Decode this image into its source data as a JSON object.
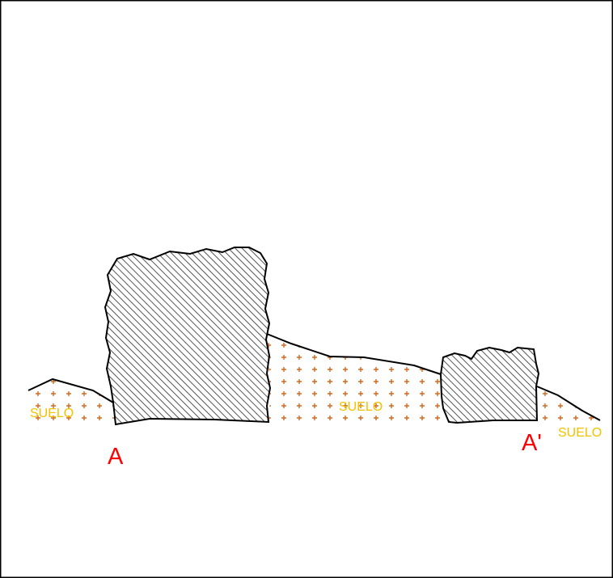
{
  "colors": {
    "frame": "#000000",
    "outline": "#000000",
    "rock_hatch": "#555555",
    "rock_fill": "#ffffff",
    "soil_pattern": "#d2691e",
    "soil_label": "#f2c200",
    "point_label": "#ff0000"
  },
  "labels": {
    "soil_left": "SUELO",
    "soil_middle": "SUELO",
    "soil_right": "SUELO",
    "point_a": "A",
    "point_a_prime": "A'"
  }
}
